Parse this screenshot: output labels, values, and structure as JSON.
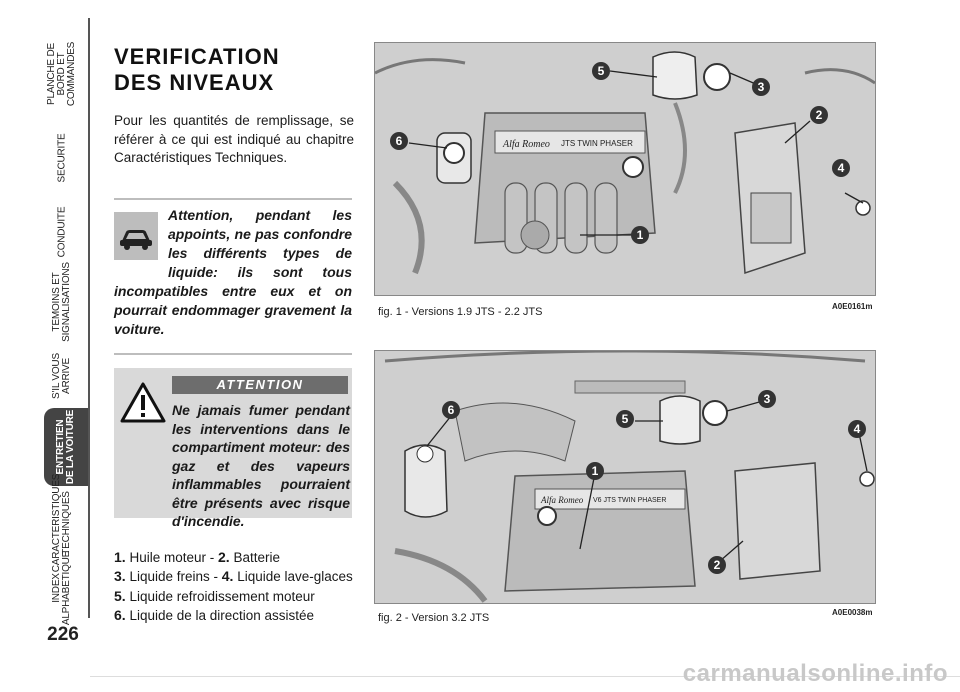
{
  "sidebar": {
    "tabs": [
      {
        "label": "PLANCHE DE\nBORD ET\nCOMMANDES"
      },
      {
        "label": "SECURITE"
      },
      {
        "label": "CONDUITE"
      },
      {
        "label": "TEMOINS ET\nSIGNALISATIONS"
      },
      {
        "label": "S'IL VOUS\nARRIVE"
      },
      {
        "label": "ENTRETIEN\nDE LA VOITURE"
      },
      {
        "label": "CARACTERISTIQUES\nTECHNIQUES"
      },
      {
        "label": "INDEX\nALPHABETIQUE"
      }
    ],
    "active_tab": "ENTRETIEN\nDE LA VOITURE",
    "page_number": "226"
  },
  "content": {
    "title_line1": "VERIFICATION",
    "title_line2": "DES NIVEAUX",
    "intro": "Pour les quantités de remplissage, se référer à ce qui est indiqué au chapitre Caractéristiques Techniques.",
    "warning1": {
      "icon": "car-icon",
      "text": "Attention, pendant les appoints, ne pas confondre les différents types de liquide: ils sont tous incompatibles entre eux et on pourrait endommager gravement la voiture."
    },
    "warning2": {
      "badge": "ATTENTION",
      "icon": "warning-triangle-icon",
      "text": "Ne jamais fumer pendant les interventions dans le compartiment moteur: des gaz et des vapeurs inflammables pourraient être présents avec risque d'incendie."
    },
    "legend": [
      {
        "n1": "1.",
        "t1": "Huile moteur - ",
        "n2": "2.",
        "t2": "Batterie"
      },
      {
        "n1": "3.",
        "t1": "Liquide freins - ",
        "n2": "4.",
        "t2": "Liquide lave-glaces"
      },
      {
        "n1": "5.",
        "t1": "Liquide refroidissement moteur",
        "n2": "",
        "t2": ""
      },
      {
        "n1": "6.",
        "t1": "Liquide de la direction assistée",
        "n2": "",
        "t2": ""
      }
    ]
  },
  "figures": [
    {
      "caption": "fig. 1 - Versions 1.9 JTS - 2.2 JTS",
      "code": "A0E0161m",
      "engine_label_brand": "Alfa Romeo",
      "engine_label_text": "JTS TWIN PHASER",
      "callouts": [
        "1",
        "2",
        "3",
        "4",
        "5",
        "6"
      ]
    },
    {
      "caption": "fig. 2 - Version 3.2 JTS",
      "code": "A0E0038m",
      "engine_label_brand": "Alfa Romeo",
      "engine_label_text": "V6 JTS TWIN PHASER",
      "callouts": [
        "1",
        "2",
        "3",
        "4",
        "5",
        "6"
      ]
    }
  ],
  "footer": {
    "watermark": "carmanualsonline.info"
  },
  "colors": {
    "callout": "#333333",
    "sidebar_active": "#444444",
    "badge": "#6d6d6d",
    "box": "#d9d9d9"
  }
}
